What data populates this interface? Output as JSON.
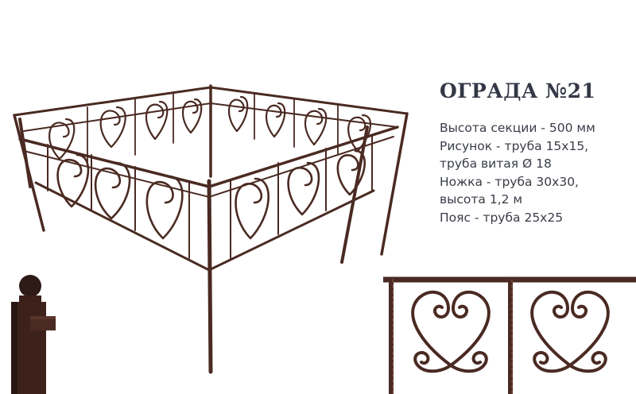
{
  "product": {
    "title": "ОГРАДА №21",
    "specs": [
      "Высота секции - 500 мм",
      "Рисунок - труба 15х15,",
      "труба витая Ø 18",
      "Ножка - труба 30х30,",
      "высота 1,2 м",
      "Пояс - труба 25х25"
    ]
  },
  "colors": {
    "metal": "#4a2a22",
    "metal_dark": "#2e1a16",
    "text": "#3a3d48",
    "title": "#343846",
    "background": "#ffffff"
  },
  "images": {
    "fence": "heart-pattern-fence-square-icon",
    "post": "fence-post-finial-closeup",
    "panel": "heart-scroll-panel-closeup"
  }
}
